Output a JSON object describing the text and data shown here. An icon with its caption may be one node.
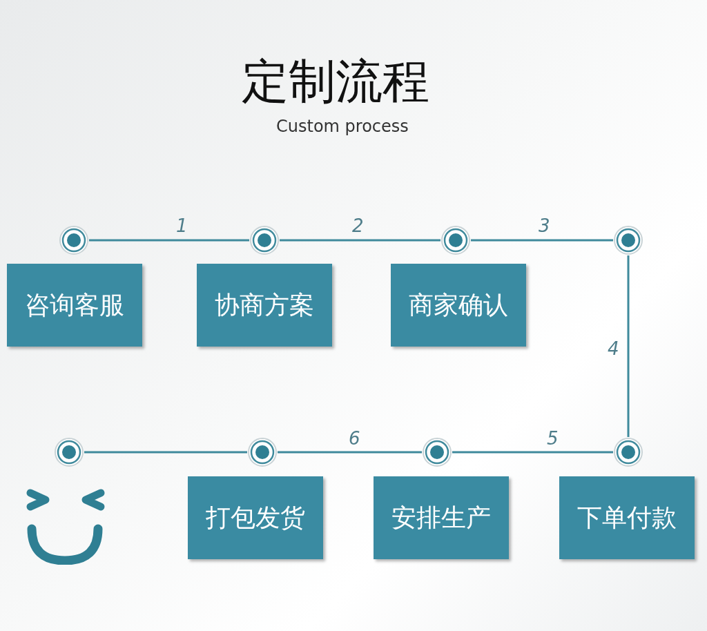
{
  "diagram": {
    "title": "定制流程",
    "nodes": [
      {
        "text": [],
        "shape": "circle"
      },
      {
        "text": [],
        "shape": "circle"
      },
      {
        "text": [],
        "shape": "circle"
      },
      {
        "text": [],
        "shape": "circle"
      },
      {
        "text": [
          "咨询客服"
        ]
      },
      {
        "text": [
          "协商方案"
        ]
      },
      {
        "text": [
          "商家确认"
        ]
      },
      {
        "text": [],
        "shape": "circle"
      },
      {
        "text": [],
        "shape": "circle"
      },
      {
        "text": [],
        "shape": "circle"
      },
      {
        "text": [],
        "shape": "circle"
      },
      {
        "text": [
          "打包发货"
        ]
      },
      {
        "text": [
          "安排生产"
        ]
      },
      {
        "text": [
          "下单付款"
        ]
      }
    ],
    "edges": [
      {
        "from": 0,
        "to": 1,
        "arrow": "none",
        "label": "1"
      },
      {
        "from": 1,
        "to": 2,
        "arrow": "none",
        "label": "2"
      },
      {
        "from": 2,
        "to": 3,
        "arrow": "none",
        "label": "3"
      },
      {
        "from": 3,
        "to": 10,
        "arrow": "none",
        "label": "4"
      },
      {
        "from": 10,
        "to": 9,
        "arrow": "none",
        "label": "5"
      },
      {
        "from": 9,
        "to": 8,
        "arrow": "none",
        "label": "6"
      },
      {
        "from": 8,
        "to": 7,
        "arrow": "none"
      }
    ],
    "labels": [
      "Custom process"
    ]
  }
}
